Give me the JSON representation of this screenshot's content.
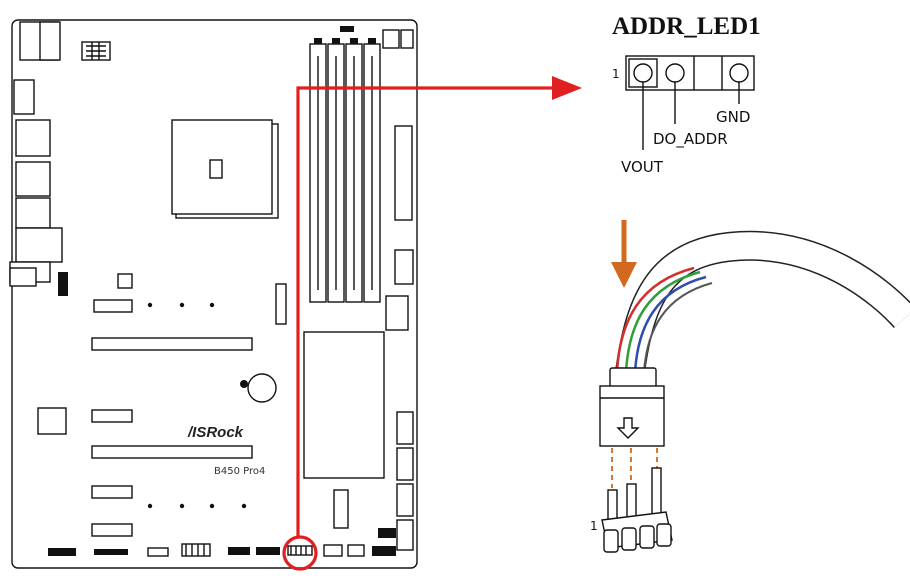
{
  "header": {
    "title": "ADDR_LED1"
  },
  "header_pins": {
    "pin1_marker": "1",
    "labels": [
      "VOUT",
      "DO_ADDR",
      "GND"
    ]
  },
  "board": {
    "brand": "/ISRock",
    "model": "B450 Pro4"
  },
  "pin_header": {
    "pin1_marker": "1"
  },
  "colors": {
    "highlight_red": "#e02020",
    "insert_arrow": "#d2691e",
    "wire_red": "#d32f2f",
    "wire_green": "#2e9e3a",
    "wire_blue": "#2f4fb0"
  }
}
